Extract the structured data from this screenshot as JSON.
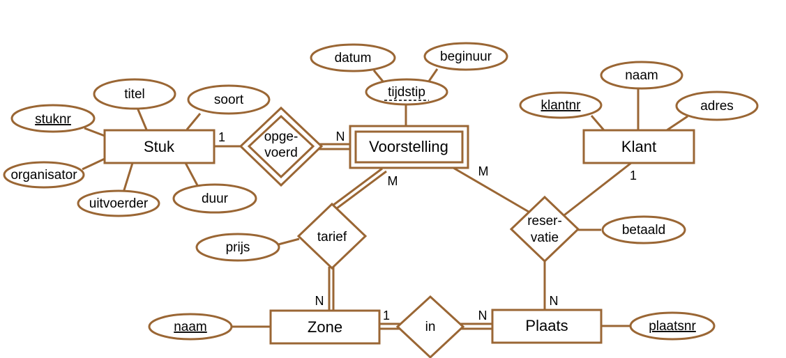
{
  "colors": {
    "stroke": "#9a6634",
    "background": "#ffffff",
    "text": "#000000"
  },
  "entities": {
    "stuk": "Stuk",
    "voorstelling": "Voorstelling",
    "klant": "Klant",
    "zone": "Zone",
    "plaats": "Plaats"
  },
  "relationships": {
    "opgevoerd": [
      "opge-",
      "voerd"
    ],
    "tarief": "tarief",
    "reservatie": [
      "reser-",
      "vatie"
    ],
    "in": "in"
  },
  "attributes": {
    "stuknr": "stuknr",
    "titel": "titel",
    "soort": "soort",
    "organisator": "organisator",
    "uitvoerder": "uitvoerder",
    "duur": "duur",
    "datum": "datum",
    "beginuur": "beginuur",
    "tijdstip": "tijdstip",
    "klantnr": "klantnr",
    "klant_naam": "naam",
    "adres": "adres",
    "prijs": "prijs",
    "betaald": "betaald",
    "zone_naam": "naam",
    "plaatsnr": "plaatsnr"
  },
  "cardinalities": {
    "stuk_opgevoerd": "1",
    "voorstelling_opgevoerd": "N",
    "voorstelling_tarief": "M",
    "voorstelling_reservatie": "M",
    "klant_reservatie": "1",
    "zone_tarief": "N",
    "zone_in": "1",
    "plaats_in": "N",
    "plaats_reservatie": "N"
  }
}
